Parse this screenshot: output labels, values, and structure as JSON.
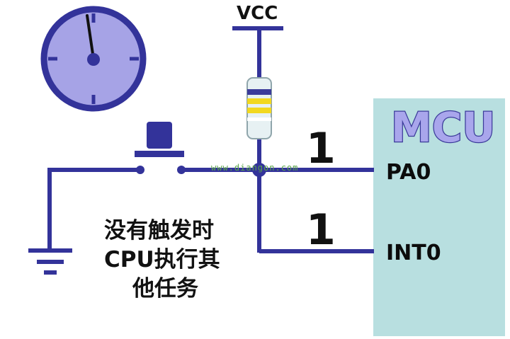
{
  "supply_label": "VCC",
  "mcu": {
    "title": "MCU",
    "pin_pa0": "PA0",
    "pin_int0": "INT0"
  },
  "logic_levels": {
    "pa0": "1",
    "int0": "1"
  },
  "note_lines": [
    "没有触发时",
    "CPU执行其",
    "他任务"
  ],
  "watermark": "www.diangon.com",
  "colors": {
    "wire": "#33339a",
    "mcu_fill": "#b8dfe0",
    "clock_face": "#a6a3e6",
    "resistor_body": "#e7f1f3",
    "resistor_band_yellow": "#f2d81f",
    "resistor_band_blue": "#3b3b9a"
  },
  "icons": {
    "clock": "clock-icon",
    "ground": "ground-icon",
    "push_button": "push-button-switch-icon",
    "resistor": "pull-up-resistor-icon"
  }
}
